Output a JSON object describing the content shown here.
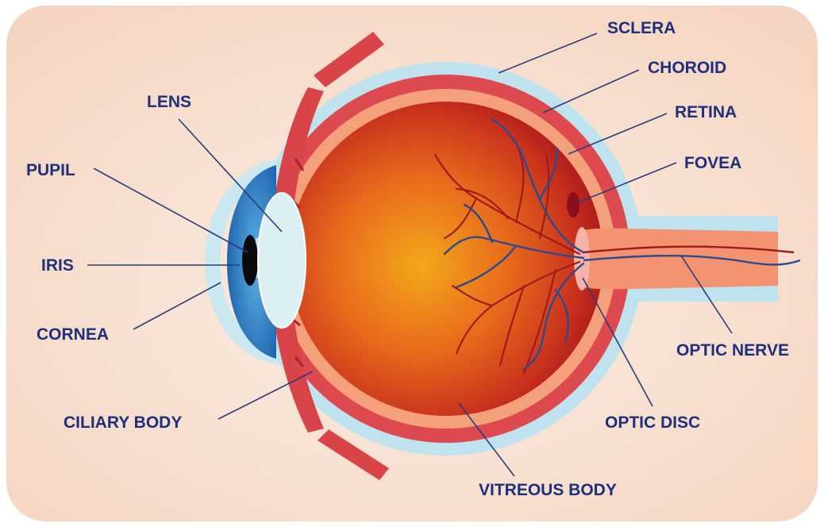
{
  "labels": {
    "sclera": "SCLERA",
    "choroid": "CHOROID",
    "retina": "RETINA",
    "fovea": "FOVEA",
    "lens": "LENS",
    "pupil": "PUPIL",
    "iris": "IRIS",
    "cornea": "CORNEA",
    "ciliary_body": "CILIARY BODY",
    "vitreous_body": "VITREOUS BODY",
    "optic_disc": "OPTIC DISC",
    "optic_nerve": "OPTIC NERVE"
  },
  "colors": {
    "label_text": "#1f2f7a",
    "leader_line": "#2b3a7a",
    "background": "#f7dcc8",
    "sclera": "#bfe3ee",
    "choroid": "#d9464c",
    "retina": "#f4a07a",
    "vitreous_center": "#f2a41a",
    "vitreous_edge": "#a8141e",
    "iris": "#2b86c8",
    "lens": "#dcf0f4",
    "optic_nerve": "#f49372",
    "blood_vessel_red": "#9e1b1b",
    "blood_vessel_blue": "#2c4a8c"
  }
}
